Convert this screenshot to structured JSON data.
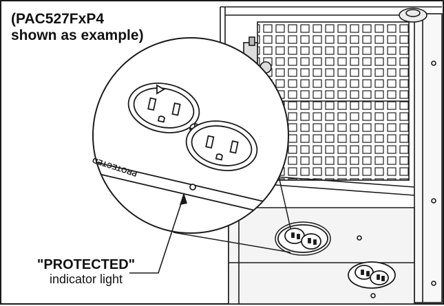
{
  "caption": {
    "line1": "(PAC527FxP4",
    "line2": "shown as example)"
  },
  "callout": {
    "title": "\"PROTECTED\"",
    "subtitle": "indicator light"
  },
  "panel_label": "PROTECTED",
  "colors": {
    "line": "#1a1a1a",
    "background": "#ffffff",
    "cabinet": "#f4f4f4"
  }
}
